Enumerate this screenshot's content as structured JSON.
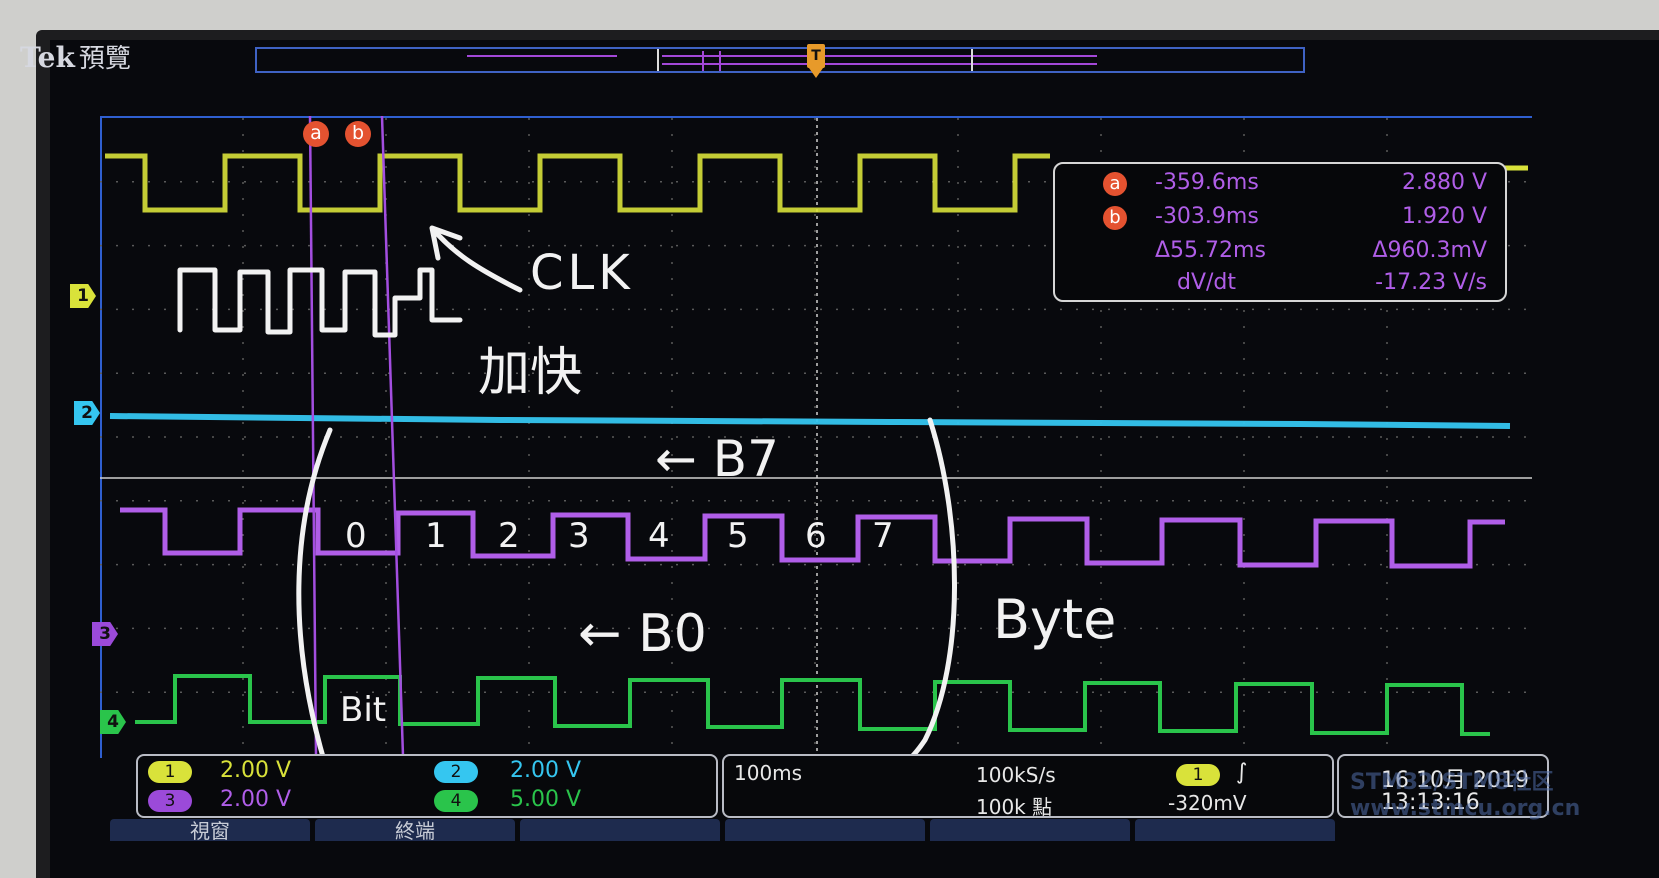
{
  "header": {
    "brand": "Tek",
    "mode": "預覽"
  },
  "trigger_marker": "T",
  "cursor_badges": {
    "a": "a",
    "b": "b"
  },
  "channel_markers": [
    "1",
    "2",
    "3",
    "4"
  ],
  "cursor_readout": {
    "a": {
      "badge": "a",
      "time": "-359.6ms",
      "voltage": "2.880 V"
    },
    "b": {
      "badge": "b",
      "time": "-303.9ms",
      "voltage": "1.920 V"
    },
    "delta": {
      "time": "Δ55.72ms",
      "voltage": "Δ960.3mV"
    },
    "slope": {
      "label": "dV/dt",
      "value": "-17.23 V/s"
    }
  },
  "annotations": {
    "clk": "CLK",
    "faster": "加快",
    "b7": "← B7",
    "b0": "← B0",
    "byte": "Byte",
    "bit": "Bit",
    "bit_numbers": [
      "0",
      "1",
      "2",
      "3",
      "4",
      "5",
      "6",
      "7"
    ]
  },
  "channels": [
    {
      "num": "1",
      "scale": "2.00 V",
      "color": "#d9e23a"
    },
    {
      "num": "2",
      "scale": "2.00 V",
      "color": "#35c6f0"
    },
    {
      "num": "3",
      "scale": "2.00 V",
      "color": "#9b4ad9"
    },
    {
      "num": "4",
      "scale": "5.00 V",
      "color": "#2ac44b"
    }
  ],
  "timebase": {
    "time_per_div": "100ms",
    "sample_rate": "100kS/s",
    "record_length": "100k 點",
    "trigger_channel": "1",
    "trigger_level": "-320mV"
  },
  "datetime": {
    "date": "16 10月 2019",
    "time": "13:13:16"
  },
  "watermark": {
    "line1": "STM32/STM8社区",
    "line2": "www.stmcu.org.cn"
  },
  "softkeys": [
    "視窗",
    "終端",
    "",
    "",
    "",
    ""
  ]
}
